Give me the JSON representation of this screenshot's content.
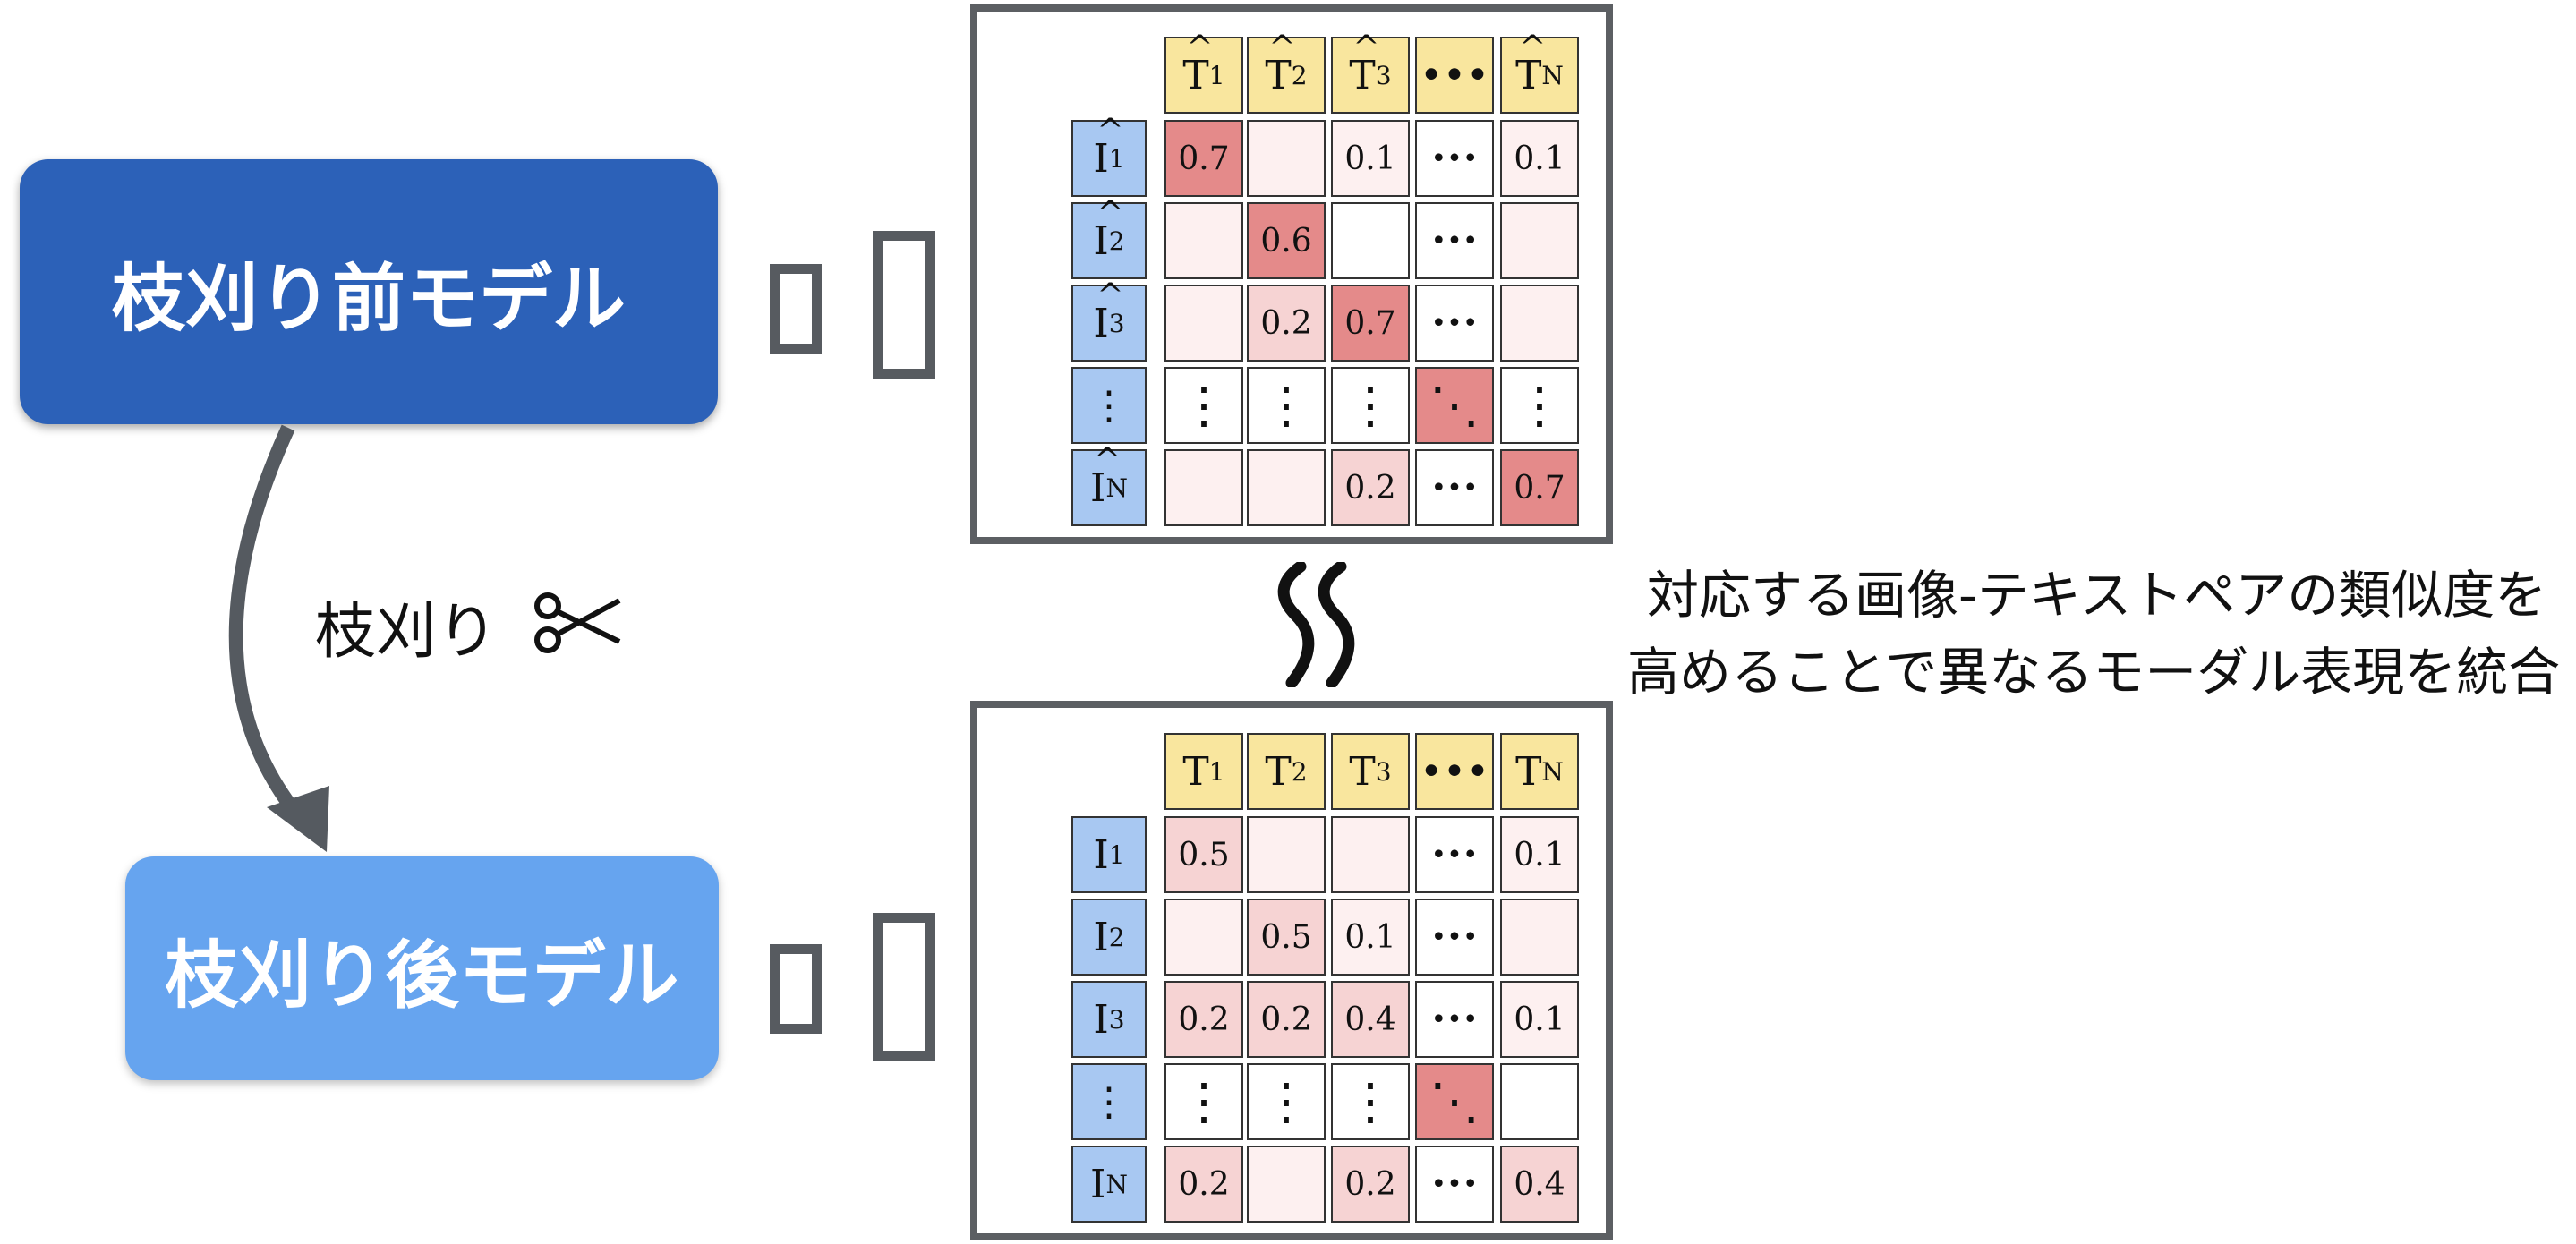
{
  "models": {
    "before": "枝刈り前モデル",
    "after": "枝刈り後モデル",
    "pruning_label": "枝刈り"
  },
  "caption": {
    "line1": "対応する画像-テキストペアの類似度を",
    "line2": "高めることで異なるモーダル表現を統合"
  },
  "matrices": [
    {
      "id": "before",
      "hat": true,
      "cols": [
        "T1",
        "T2",
        "T3",
        "…",
        "TN"
      ],
      "rows": [
        "I1",
        "I2",
        "I3",
        "⋮",
        "IN"
      ],
      "cells": [
        [
          "0.7",
          "",
          "0.1",
          "•••",
          "0.1"
        ],
        [
          "",
          "0.6",
          "",
          "•••",
          ""
        ],
        [
          "",
          "0.2",
          "0.7",
          "•••",
          ""
        ],
        [
          "⋮",
          "⋮",
          "⋮",
          "⋱",
          "⋮"
        ],
        [
          "",
          "",
          "0.2",
          "•••",
          "0.7"
        ]
      ],
      "shade": [
        [
          3,
          1,
          1,
          0,
          1
        ],
        [
          1,
          3,
          0,
          0,
          1
        ],
        [
          1,
          2,
          3,
          0,
          1
        ],
        [
          0,
          0,
          0,
          3,
          0
        ],
        [
          1,
          1,
          2,
          0,
          3
        ]
      ]
    },
    {
      "id": "after",
      "hat": false,
      "cols": [
        "T1",
        "T2",
        "T3",
        "…",
        "TN"
      ],
      "rows": [
        "I1",
        "I2",
        "I3",
        "⋮",
        "IN"
      ],
      "cells": [
        [
          "0.5",
          "",
          "",
          "•••",
          "0.1"
        ],
        [
          "",
          "0.5",
          "0.1",
          "•••",
          ""
        ],
        [
          "0.2",
          "0.2",
          "0.4",
          "•••",
          "0.1"
        ],
        [
          "⋮",
          "⋮",
          "⋮",
          "⋱",
          ""
        ],
        [
          "0.2",
          "",
          "0.2",
          "•••",
          "0.4"
        ]
      ],
      "shade": [
        [
          2,
          1,
          1,
          0,
          1
        ],
        [
          1,
          2,
          1,
          0,
          1
        ],
        [
          2,
          2,
          2,
          0,
          1
        ],
        [
          0,
          0,
          0,
          3,
          0
        ],
        [
          2,
          1,
          2,
          0,
          2
        ]
      ]
    }
  ],
  "colors": {
    "dark_blue": "#2c61b8",
    "light_blue": "#66a4ef",
    "header_yellow": "#f9e69e",
    "row_blue": "#a8c8f2",
    "shade": [
      "#ffffff",
      "#fdf0f0",
      "#f6d3d3",
      "#e48a8a"
    ]
  }
}
